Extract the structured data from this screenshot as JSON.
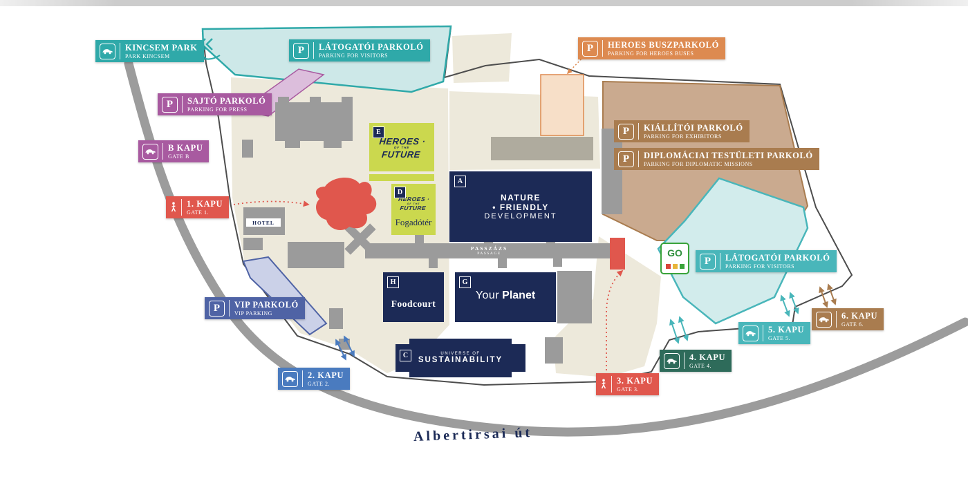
{
  "street": {
    "name": "Albertirsai út"
  },
  "passage": {
    "title": "PASSZÁZS",
    "subtitle": "PASSAGE"
  },
  "hotel": {
    "label": "HOTEL"
  },
  "labels": {
    "p_glyph": "P",
    "kincsem": {
      "title": "KINCSEM PARK",
      "subtitle": "PARK KINCSEM",
      "color": "#2FA9A9"
    },
    "visitors_top": {
      "title": "LÁTOGATÓI PARKOLÓ",
      "subtitle": "PARKING FOR VISITORS",
      "color": "#2FA9A9"
    },
    "heroes_buses": {
      "title": "HEROES BUSZPARKOLÓ",
      "subtitle": "PARKING FOR HEROES BUSES",
      "color": "#DD8A50"
    },
    "press": {
      "title": "SAJTÓ PARKOLÓ",
      "subtitle": "PARKING FOR PRESS",
      "color": "#A85AA0"
    },
    "exhibitors": {
      "title": "KIÁLLÍTÓI PARKOLÓ",
      "subtitle": "PARKING FOR EXHIBITORS",
      "color": "#A97C4F"
    },
    "diplomatic": {
      "title": "DIPLOMÁCIAI TESTÜLETI PARKOLÓ",
      "subtitle": "PARKING FOR DIPLOMATIC MISSIONS",
      "color": "#A97C4F"
    },
    "visitors_right": {
      "title": "LÁTOGATÓI PARKOLÓ",
      "subtitle": "PARKING FOR VISITORS",
      "color": "#49B6BA"
    },
    "vip": {
      "title": "VIP PARKOLÓ",
      "subtitle": "VIP PARKING",
      "color": "#4F63A5"
    },
    "gate_b": {
      "title": "B KAPU",
      "subtitle": "GATE B",
      "color": "#A85AA0",
      "icon": "car"
    },
    "gate_1": {
      "title": "1. KAPU",
      "subtitle": "GATE 1.",
      "color": "#E0574D",
      "icon": "pedestrian"
    },
    "gate_2": {
      "title": "2. KAPU",
      "subtitle": "GATE 2.",
      "color": "#4A7BBF",
      "icon": "car"
    },
    "gate_3": {
      "title": "3. KAPU",
      "subtitle": "GATE 3.",
      "color": "#E0574D",
      "icon": "pedestrian"
    },
    "gate_4": {
      "title": "4. KAPU",
      "subtitle": "GATE 4.",
      "color": "#2E6B5A",
      "icon": "car"
    },
    "gate_5": {
      "title": "5. KAPU",
      "subtitle": "GATE 5.",
      "color": "#49B6BA",
      "icon": "car"
    },
    "gate_6": {
      "title": "6. KAPU",
      "subtitle": "GATE 6.",
      "color": "#A97C4F",
      "icon": "car"
    }
  },
  "buildings": {
    "a": {
      "letter": "A",
      "line1": "NATURE",
      "line2": "• FRIENDLY",
      "line3": "DEVELOPMENT"
    },
    "c": {
      "letter": "C",
      "line1": "UNIVERSE OF",
      "line2": "SUSTAINABILITY"
    },
    "d": {
      "letter": "D",
      "logo_top": "HEROES ·",
      "logo_mid": "OF THE",
      "logo_bottom": "FUTURE",
      "subtitle": "Fogadótér"
    },
    "e": {
      "letter": "E",
      "logo_top": "HEROES ·",
      "logo_mid": "OF THE",
      "logo_bottom": "FUTURE"
    },
    "g": {
      "letter": "G",
      "word1": "Your",
      "word2": "Planet"
    },
    "h": {
      "letter": "H",
      "label": "Foodcourt"
    }
  },
  "logos": {
    "go": "GO"
  },
  "colors": {
    "teal": "#2FA9A9",
    "teal_light": "#49B6BA",
    "orange": "#DD8A50",
    "purple": "#A85AA0",
    "red": "#E0574D",
    "blue": "#4A7BBF",
    "navy": "#1C2A56",
    "dark_green": "#2E6B5A",
    "brown": "#A97C4F",
    "vip_blue": "#4F63A5",
    "yellow_green": "#CBD84E",
    "road_gray": "#9C9C9C",
    "building_gray": "#9B9B9B",
    "beige": "#EDE9DB"
  }
}
